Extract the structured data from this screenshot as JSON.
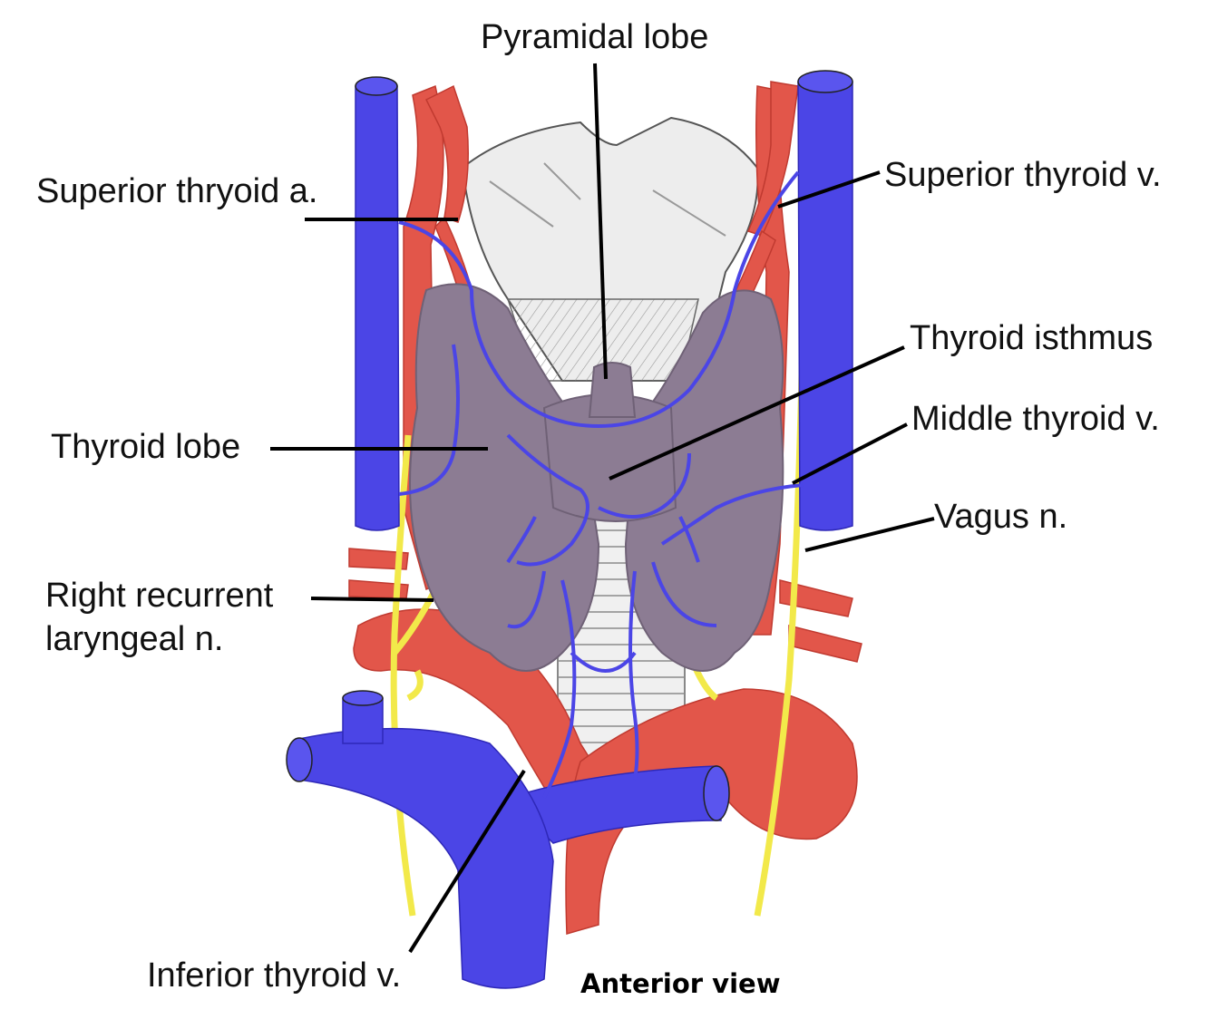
{
  "labels": {
    "pyramidal_lobe": "Pyramidal lobe",
    "superior_thyroid_a": "Superior thryoid a.",
    "superior_thyroid_v": "Superior thyroid v.",
    "thyroid_isthmus": "Thyroid isthmus",
    "middle_thyroid_v": "Middle thyroid v.",
    "thyroid_lobe": "Thyroid lobe",
    "vagus_n": "Vagus n.",
    "right_recurrent_line1": "Right recurrent",
    "right_recurrent_line2": "laryngeal n.",
    "inferior_thyroid_v": "Inferior thyroid v."
  },
  "caption": "Anterior view",
  "colors": {
    "vein": "#4b45e6",
    "artery": "#e2564a",
    "nerve": "#f2e94a",
    "thyroid": "#8c7c93",
    "cartilage": "#e8e8e8",
    "leader_line": "#000000"
  }
}
